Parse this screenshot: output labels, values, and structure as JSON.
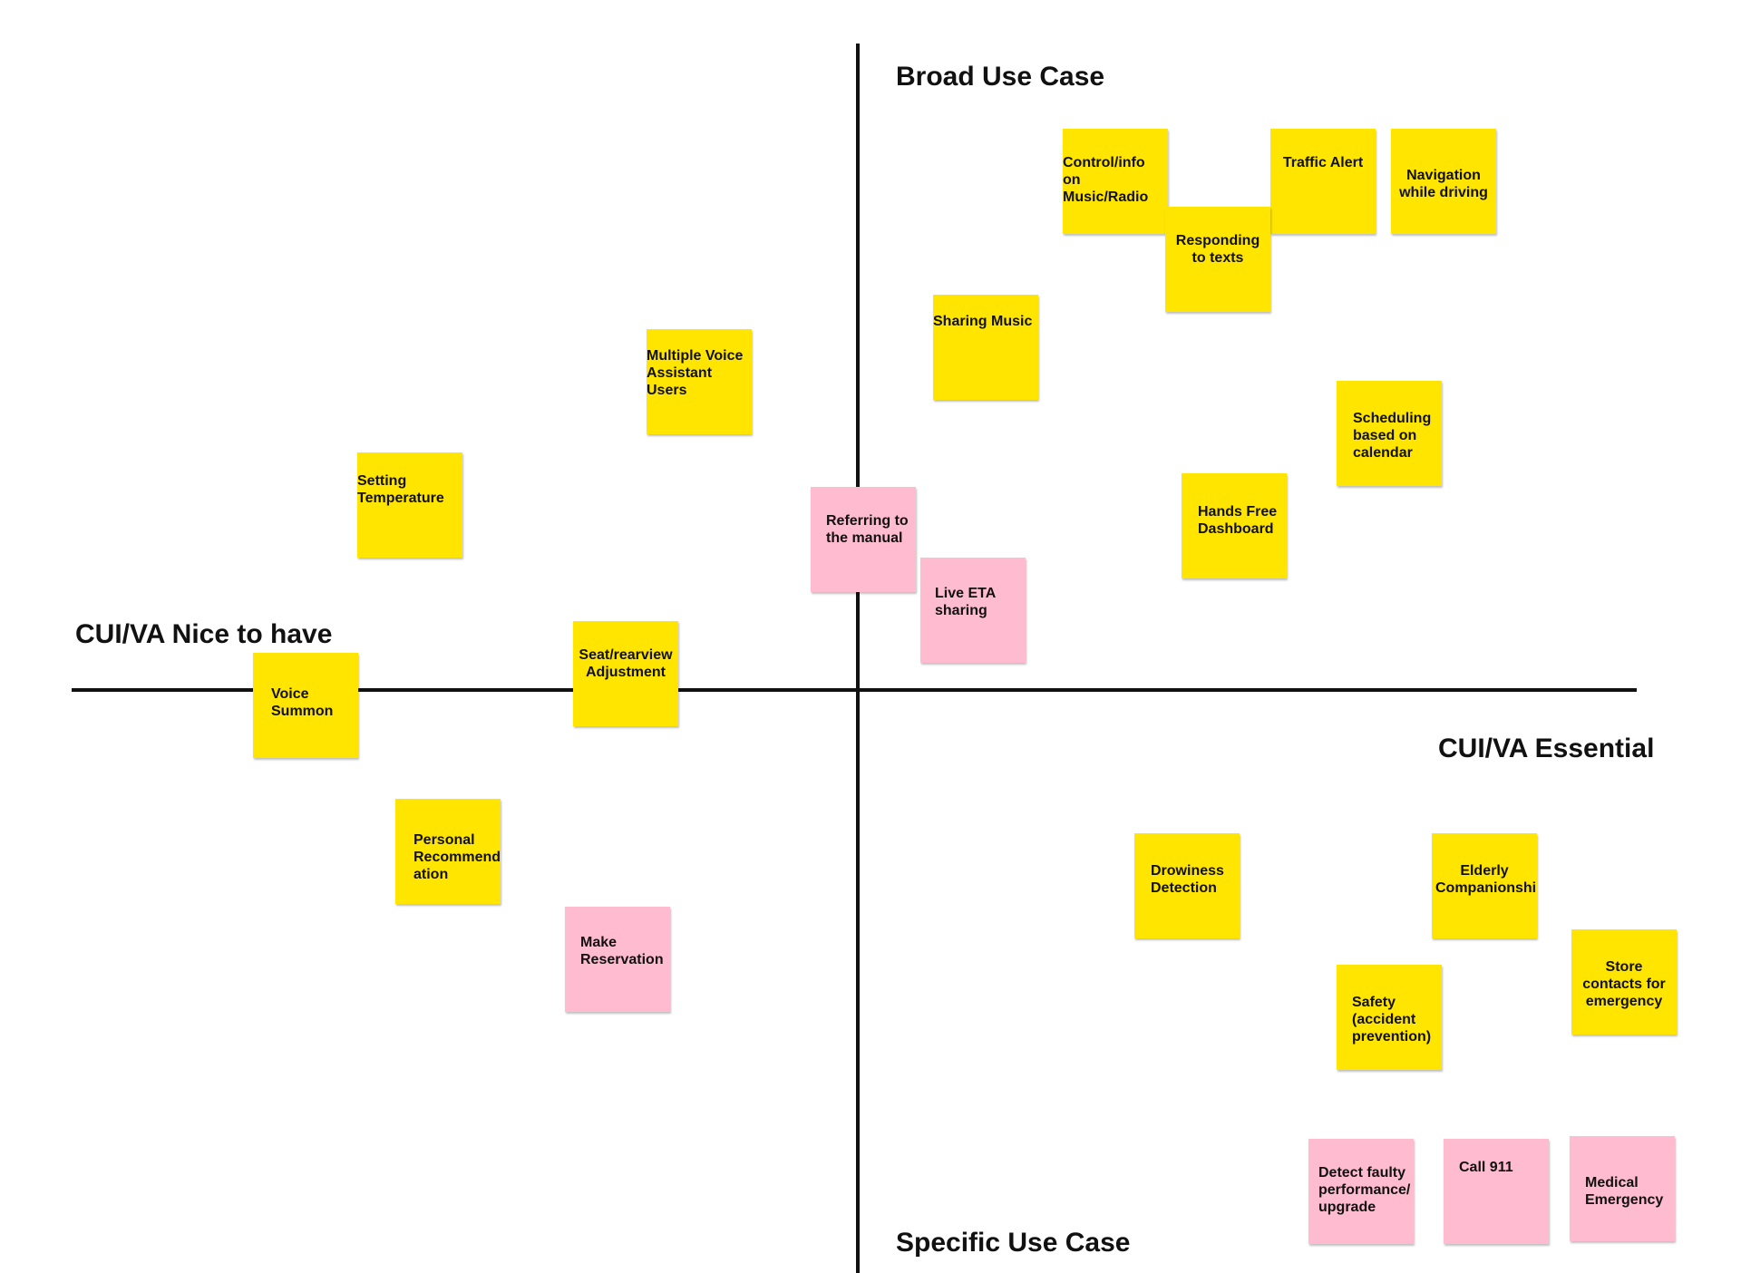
{
  "axes": {
    "top": "Broad Use Case",
    "bottom": "Specific Use Case",
    "left": "CUI/VA Nice to have",
    "right": "CUI/VA Essential"
  },
  "colors": {
    "yellow": "#ffe500",
    "pink": "#ffbbd0",
    "axis": "#111111"
  },
  "notes": [
    {
      "id": "control-music",
      "text": "Control/info on Music/Radio",
      "color": "yellow"
    },
    {
      "id": "traffic-alert",
      "text": "Traffic Alert",
      "color": "yellow"
    },
    {
      "id": "navigation",
      "text": "Navigation while driving",
      "color": "yellow"
    },
    {
      "id": "responding-texts",
      "text": "Responding to texts",
      "color": "yellow"
    },
    {
      "id": "sharing-music",
      "text": "Sharing Music",
      "color": "yellow"
    },
    {
      "id": "multiple-voice",
      "text": "Multiple Voice Assistant Users",
      "color": "yellow"
    },
    {
      "id": "scheduling",
      "text": "Scheduling based on calendar",
      "color": "yellow"
    },
    {
      "id": "setting-temperature",
      "text": "Setting Temperature",
      "color": "yellow"
    },
    {
      "id": "referring-manual",
      "text": "Referring to the manual",
      "color": "pink"
    },
    {
      "id": "hands-free",
      "text": "Hands Free Dashboard",
      "color": "yellow"
    },
    {
      "id": "live-eta",
      "text": "Live ETA sharing",
      "color": "pink"
    },
    {
      "id": "seat-adjustment",
      "text": "Seat/rearview Adjustment",
      "color": "yellow"
    },
    {
      "id": "voice-summon",
      "text": "Voice Summon",
      "color": "yellow"
    },
    {
      "id": "personal-recommendation",
      "text": "Personal Recommend ation",
      "color": "yellow"
    },
    {
      "id": "make-reservation",
      "text": "Make Reservation",
      "color": "pink"
    },
    {
      "id": "drowsiness",
      "text": "Drowiness Detection",
      "color": "yellow"
    },
    {
      "id": "elderly",
      "text": "Elderly Companionship",
      "color": "yellow"
    },
    {
      "id": "store-contacts",
      "text": "Store contacts for emergency",
      "color": "yellow"
    },
    {
      "id": "safety",
      "text": "Safety (accident prevention)",
      "color": "yellow"
    },
    {
      "id": "detect-faulty",
      "text": "Detect faulty performance/ upgrade",
      "color": "pink"
    },
    {
      "id": "call-911",
      "text": "Call 911",
      "color": "pink"
    },
    {
      "id": "medical-emergency",
      "text": "Medical Emergency",
      "color": "pink"
    }
  ]
}
